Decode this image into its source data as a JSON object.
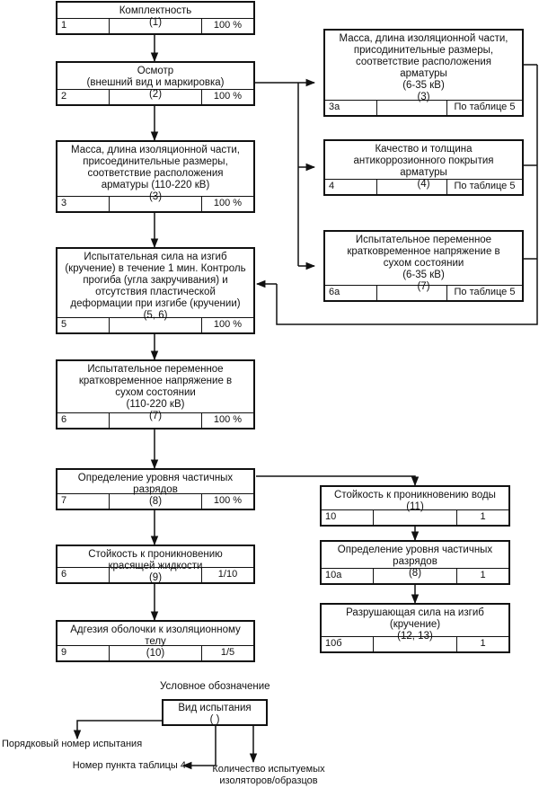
{
  "boxes": [
    {
      "id": "1",
      "title": "Комплектность\n(1)",
      "num": "1",
      "qty": "100 %"
    },
    {
      "id": "2",
      "title": "Осмотр\n(внешний вид и маркировка)\n(2)",
      "num": "2",
      "qty": "100 %"
    },
    {
      "id": "3",
      "title": "Масса, длина изоляционной части,\nприсоединительные размеры,\nсоответствие расположения\nарматуры (110-220 кВ)\n(3)",
      "num": "3",
      "qty": "100 %"
    },
    {
      "id": "5",
      "title": "Испытательная сила на изгиб\n(кручение) в течение 1 мин. Контроль\nпрогиба (угла закручивания) и\nотсутствия пластической\nдеформации при изгибе (кручении)\n(5, 6)",
      "num": "5",
      "qty": "100 %"
    },
    {
      "id": "6",
      "title": "Испытательное переменное\nкратковременное напряжение в\nсухом состоянии\n(110-220 кВ)\n(7)",
      "num": "6",
      "qty": "100 %"
    },
    {
      "id": "7",
      "title": "Определение уровня частичных\nразрядов\n(8)",
      "num": "7",
      "qty": "100 %"
    },
    {
      "id": "8",
      "title": "Стойкость к проникновению\nкрасящей жидкости\n(9)",
      "num": "6",
      "qty": "1/10"
    },
    {
      "id": "9",
      "title": "Адгезия оболочки к изоляционному\nтелу\n(10)",
      "num": "9",
      "qty": "1/5"
    },
    {
      "id": "3a",
      "title": "Масса, длина изоляционной части,\nприсодинительные размеры,\nсоответствие расположения\nарматуры\n(6-35 кВ)\n(3)",
      "num": "3а",
      "qty": "По таблице 5"
    },
    {
      "id": "4",
      "title": "Качество и толщина\nантикоррозионного покрытия\nарматуры\n(4)",
      "num": "4",
      "qty": "По таблице 5"
    },
    {
      "id": "6a",
      "title": "Испытательное переменное\nкратковременное напряжение в\nсухом состоянии\n(6-35 кВ)\n(7)",
      "num": "6а",
      "qty": "По таблице 5"
    },
    {
      "id": "10",
      "title": "Стойкость к проникновению воды\n(11)",
      "num": "10",
      "qty": "1"
    },
    {
      "id": "10a",
      "title": "Определение уровня частичных\nразрядов\n(8)",
      "num": "10а",
      "qty": "1"
    },
    {
      "id": "10b",
      "title": "Разрушающая сила на изгиб\n(кручение)\n(12, 13)",
      "num": "10б",
      "qty": "1"
    }
  ],
  "legend": {
    "heading": "Условное обозначение",
    "box_title": "Вид испытания\n( )",
    "label_num": "Порядковый номер испытания",
    "label_clause": "Номер пункта таблицы 4",
    "label_qty": "Количество испытуемых\nизоляторов/образцов"
  }
}
